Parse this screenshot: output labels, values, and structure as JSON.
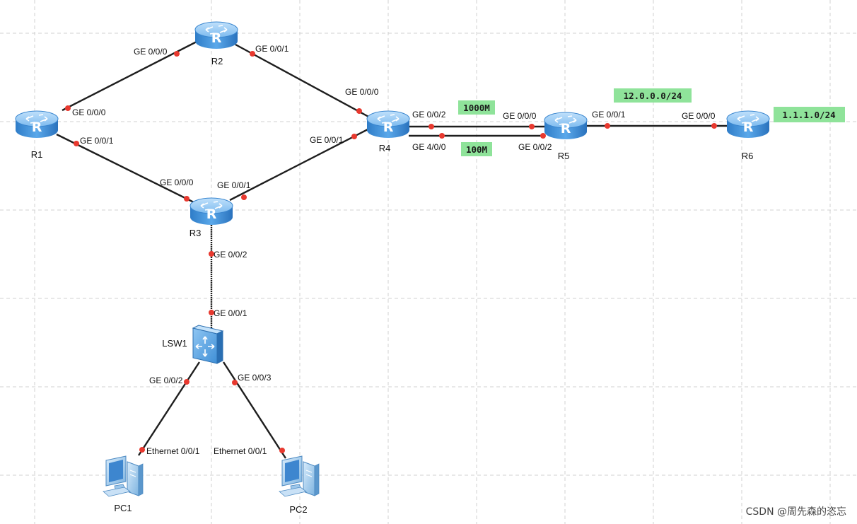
{
  "devices": {
    "r1": {
      "label": "R1",
      "icon": "router-icon"
    },
    "r2": {
      "label": "R2",
      "icon": "router-icon"
    },
    "r3": {
      "label": "R3",
      "icon": "router-icon"
    },
    "r4": {
      "label": "R4",
      "icon": "router-icon"
    },
    "r5": {
      "label": "R5",
      "icon": "router-icon"
    },
    "r6": {
      "label": "R6",
      "icon": "router-icon"
    },
    "lsw1": {
      "label": "LSW1",
      "icon": "switch-icon"
    },
    "pc1": {
      "label": "PC1",
      "icon": "pc-icon"
    },
    "pc2": {
      "label": "PC2",
      "icon": "pc-icon"
    }
  },
  "ports": {
    "r1_ge000": "GE 0/0/0",
    "r1_ge001": "GE 0/0/1",
    "r2_ge000": "GE 0/0/0",
    "r2_ge001": "GE 0/0/1",
    "r4_ge000": "GE 0/0/0",
    "r4_ge001": "GE 0/0/1",
    "r4_ge002": "GE 0/0/2",
    "r4_ge400": "GE 4/0/0",
    "r3_ge000": "GE 0/0/0",
    "r3_ge001": "GE 0/0/1",
    "r3_ge002": "GE 0/0/2",
    "r5_ge000": "GE 0/0/0",
    "r5_ge002": "GE 0/0/2",
    "r5_ge001": "GE 0/0/1",
    "r6_ge000": "GE 0/0/0",
    "lsw1_ge001": "GE 0/0/1",
    "lsw1_ge002": "GE 0/0/2",
    "lsw1_ge003": "GE 0/0/3",
    "pc1_eth": "Ethernet 0/0/1",
    "pc2_eth": "Ethernet 0/0/1"
  },
  "tags": {
    "link_1000m": "1000M",
    "link_100m": "100M",
    "net_r5_r6": "12.0.0.0/24",
    "net_r6": "1.1.1.0/24"
  },
  "colors": {
    "link": "#1e1e1e",
    "port_dot": "#e8392f",
    "tag_background": "#8fe39a",
    "device_blue": "#3f8fd6"
  },
  "watermark": "CSDN @周先森的恣忘"
}
